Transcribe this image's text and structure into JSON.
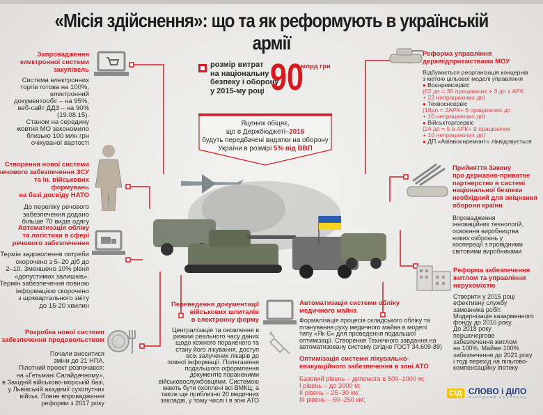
{
  "title": "«Місія здійснення»: що та як реформують в українській армії",
  "stat": {
    "label_lines": [
      "розмір витрат",
      "на національну",
      "безпеку і оборону",
      "у 2015-му році"
    ],
    "value": "90",
    "unit": "млрд грн"
  },
  "banner": {
    "line1": "Яценюк обіцяє,",
    "line2_pre": "що в Держбюджеті–",
    "line2_year": "2016",
    "line3": "будуть передбачені видатки на оборону",
    "line4_pre": "України в розмірі ",
    "line4_val": "5% від ВВП"
  },
  "left": [
    {
      "title": [
        "Запровадження",
        "електронної системи",
        "закупівель"
      ],
      "body": [
        "Система електронних",
        "торгів готова на 100%,",
        "електронний",
        "документообіг – на 95%,",
        "веб-сайт ДДЗ – на 90%",
        "(19.08.15).",
        "Станом на середину",
        "жовтня МО зекономило",
        "близько 100 млн грн",
        "очікуваної вартості"
      ]
    },
    {
      "title": [
        "Створення нової системи",
        "речового забезпечення ЗСУ",
        "та ін. військових формувань",
        "на базі досвіду НАТО"
      ],
      "body": [
        "До переліку речового",
        "забезпечення додано",
        "більше 70 видів одягу"
      ]
    },
    {
      "title": [
        "Автоматизація обліку",
        "та логістики в сфері",
        "речового забезпечення"
      ],
      "body": [
        "Термін задоволення потреби",
        "скорочено з 5–20 діб до",
        "2–10. Зменшено 10% рівня",
        "«допустимих залишків».",
        "Термін забезпечення повною",
        "інформацією скорочено",
        "з щоквартального звіту",
        "до 15-20 хвилин"
      ]
    },
    {
      "title": [
        "Розробка нової системи",
        "забезпечення продовольством"
      ],
      "body": [
        "Почали вноситися",
        "зміни до 21 НПА.",
        "Пілотний проект розпочався:",
        "на «Гетьмані Сагайдачному»,",
        "в Західній військово-морській базі,",
        "у Львівській академії сухопутних",
        "військ. Повне впровадження",
        "реформи з 2017 року"
      ]
    }
  ],
  "hospital": {
    "title": [
      "Переведення документації",
      "військових шпиталів",
      "в електронну форму"
    ],
    "body": [
      "Централізація та оновлення в",
      "режимі реального часу даних",
      "щодо кожного пораненого та",
      "стану його лікування, доступ",
      "всіх залучених лікарів до",
      "повної інформації. Полегшення",
      "подальшого оформлення",
      "документів пораненими",
      "військовослужбовцями. Системою",
      "мають бути охоплені всі ВМКЦ, а",
      "також ще приблизно 20 медичних",
      "закладів, у тому числі і в зоні АТО"
    ]
  },
  "medical": {
    "title": [
      "Автоматизація системи обліку",
      "медичного майна"
    ],
    "body": [
      "Формалізація процесів складського обліку та",
      "планування руху медичного майна в моделі",
      "типу «Як Є» для проведення подальшої",
      "оптимізації. Створення Технічного завдання на",
      "автоматизовану систему (згідно ГОСТ 34.609-89)"
    ]
  },
  "ato": {
    "title": [
      "Оптимізація системи лікувально-",
      "евакуаційного забезпечення в зоні АТО"
    ],
    "body": [
      "Базовий рівень – допомога в 500–1000 м;",
      "I рівень – до 3000 м;",
      "II рівень – 25–30 км;",
      "III рівень – 60–250 км;"
    ]
  },
  "right": [
    {
      "title": [
        "Реформа управління",
        "держпідприємствами МОУ"
      ],
      "intro": [
        "Відбувається реорганізація концернів",
        "з метою цільової моделі управління"
      ],
      "items": [
        {
          "name": "Воєнремсервіс",
          "detail": [
            "(62 дп = 36 працюючих + 3 дп з АРК",
            "+ 23 непрацюючих дп)"
          ]
        },
        {
          "name": "Техвоєнсервіс",
          "detail": [
            "(18дп = 2АРК+ 6 працюючих дп",
            "+ 10 непрацюючих дп)"
          ]
        },
        {
          "name": "Військторгсервіс",
          "detail": [
            "(24 дп = 5 в АРК+ 9 працюючих",
            "+ 10 непрацюючих дп)"
          ]
        },
        {
          "name": "ДП «Авіавоєнремонт» ліквідовується",
          "detail": []
        }
      ]
    },
    {
      "title": [
        "Прийняття Закону",
        "про державно-приватне",
        "партнерство в системі",
        "національної безпеки",
        "необхідний для зміцнення",
        "оборони країни"
      ],
      "body": [
        "Впровадження",
        "інноваційних технологій,",
        "освоєння виробництва",
        "нових озброєнь у",
        "кооперації з провідними",
        "світовими виробниками"
      ]
    },
    {
      "title": [
        "Реформа забезпечення",
        "житлом та управління",
        "нерухомістю"
      ],
      "body": [
        "Створити у 2015 році",
        "ефективну службу",
        "замовника робіт.",
        "Модернізація казарменного",
        "фонду до 2016 року.",
        "До 2018 року",
        "першочергове",
        "забезпечення житлом",
        "на 100%. Майже 100%",
        "забезпечення до 2021 року",
        "і тоді перехід на пільгово-",
        "компенсаційну іпотеку"
      ]
    }
  ],
  "logo": {
    "mark": "СіД",
    "name": "СЛОВО і ДІЛО",
    "tagline": "НАРОДНИЙ КОНТРОЛЬ"
  },
  "flag_colors": [
    "#2a5db0",
    "#f6d41c"
  ],
  "accent": "#d7191f"
}
